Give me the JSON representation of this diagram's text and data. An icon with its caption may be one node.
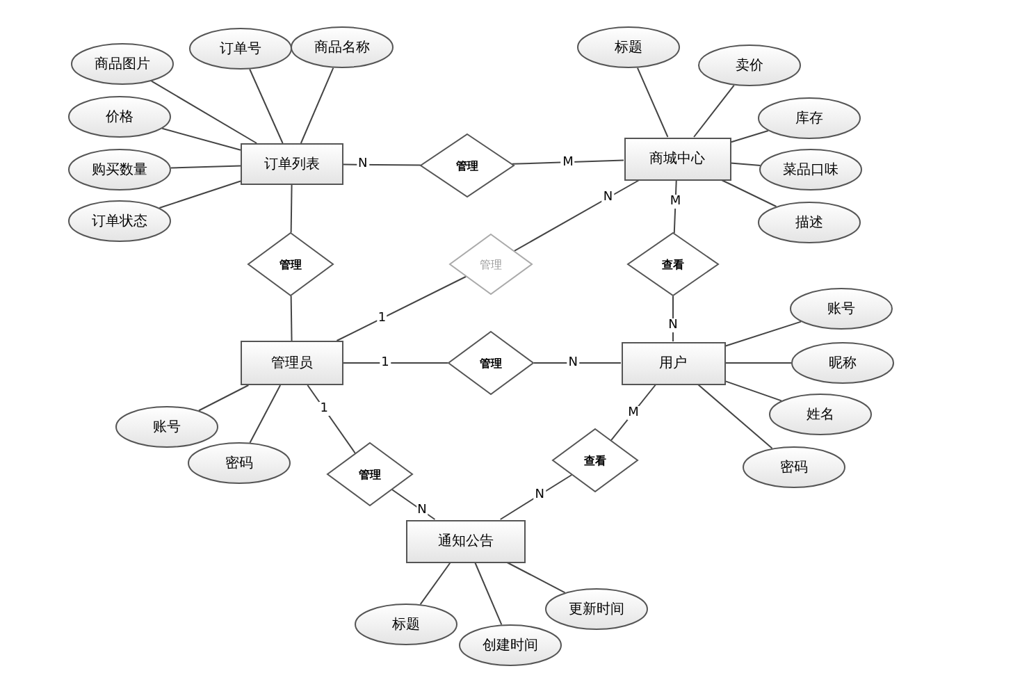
{
  "diagram": {
    "nodes": [
      {
        "text": [
          "订单列表"
        ]
      },
      {
        "text": [
          "商城中心"
        ]
      },
      {
        "text": [
          "管理员"
        ]
      },
      {
        "text": [
          "用户"
        ]
      },
      {
        "text": [
          "通知公告"
        ]
      },
      {
        "text": [
          "管理"
        ]
      },
      {
        "text": [
          "管理"
        ]
      },
      {
        "text": [
          "管理"
        ]
      },
      {
        "text": [
          "查看"
        ]
      },
      {
        "text": [
          "管理"
        ]
      },
      {
        "text": [
          "查看"
        ]
      },
      {
        "text": [
          "管理"
        ]
      },
      {
        "text": [
          "商品图片"
        ]
      },
      {
        "text": [
          "订单号"
        ]
      },
      {
        "text": [
          "商品名称"
        ]
      },
      {
        "text": [
          "价格"
        ]
      },
      {
        "text": [
          "购买数量"
        ]
      },
      {
        "text": [
          "订单状态"
        ]
      },
      {
        "text": [
          "标题"
        ]
      },
      {
        "text": [
          "卖价"
        ]
      },
      {
        "text": [
          "库存"
        ]
      },
      {
        "text": [
          "菜品口味"
        ]
      },
      {
        "text": [
          "描述"
        ]
      },
      {
        "text": [
          "账号"
        ]
      },
      {
        "text": [
          "昵称"
        ]
      },
      {
        "text": [
          "姓名"
        ]
      },
      {
        "text": [
          "密码"
        ]
      },
      {
        "text": [
          "账号"
        ]
      },
      {
        "text": [
          "密码"
        ]
      },
      {
        "text": [
          "标题"
        ]
      },
      {
        "text": [
          "创建时间"
        ]
      },
      {
        "text": [
          "更新时间"
        ]
      }
    ],
    "edges": [
      {
        "from": 0,
        "to": 5,
        "arrow": "none",
        "label": "N"
      },
      {
        "from": 5,
        "to": 1,
        "arrow": "none",
        "label": "M"
      },
      {
        "from": 0,
        "to": 6,
        "arrow": "none"
      },
      {
        "from": 6,
        "to": 2,
        "arrow": "none"
      },
      {
        "from": 2,
        "to": 7,
        "arrow": "none",
        "label": "1"
      },
      {
        "from": 7,
        "to": 1,
        "arrow": "none",
        "label": "N"
      },
      {
        "from": 1,
        "to": 8,
        "arrow": "none",
        "label": "M"
      },
      {
        "from": 8,
        "to": 3,
        "arrow": "none",
        "label": "N"
      },
      {
        "from": 2,
        "to": 9,
        "arrow": "none",
        "label": "1"
      },
      {
        "from": 9,
        "to": 3,
        "arrow": "none",
        "label": "N"
      },
      {
        "from": 2,
        "to": 11,
        "arrow": "none",
        "label": "1"
      },
      {
        "from": 11,
        "to": 4,
        "arrow": "none",
        "label": "N"
      },
      {
        "from": 3,
        "to": 10,
        "arrow": "none",
        "label": "M"
      },
      {
        "from": 10,
        "to": 4,
        "arrow": "none",
        "label": "N"
      },
      {
        "from": 0,
        "to": 12,
        "arrow": "none"
      },
      {
        "from": 0,
        "to": 13,
        "arrow": "none"
      },
      {
        "from": 0,
        "to": 14,
        "arrow": "none"
      },
      {
        "from": 0,
        "to": 15,
        "arrow": "none"
      },
      {
        "from": 0,
        "to": 16,
        "arrow": "none"
      },
      {
        "from": 0,
        "to": 17,
        "arrow": "none"
      },
      {
        "from": 1,
        "to": 18,
        "arrow": "none"
      },
      {
        "from": 1,
        "to": 19,
        "arrow": "none"
      },
      {
        "from": 1,
        "to": 20,
        "arrow": "none"
      },
      {
        "from": 1,
        "to": 21,
        "arrow": "none"
      },
      {
        "from": 1,
        "to": 22,
        "arrow": "none"
      },
      {
        "from": 3,
        "to": 23,
        "arrow": "none"
      },
      {
        "from": 3,
        "to": 24,
        "arrow": "none"
      },
      {
        "from": 3,
        "to": 25,
        "arrow": "none"
      },
      {
        "from": 3,
        "to": 26,
        "arrow": "none"
      },
      {
        "from": 2,
        "to": 27,
        "arrow": "none"
      },
      {
        "from": 2,
        "to": 28,
        "arrow": "none"
      },
      {
        "from": 4,
        "to": 29,
        "arrow": "none"
      },
      {
        "from": 4,
        "to": 30,
        "arrow": "none"
      },
      {
        "from": 4,
        "to": 31,
        "arrow": "none"
      }
    ]
  }
}
